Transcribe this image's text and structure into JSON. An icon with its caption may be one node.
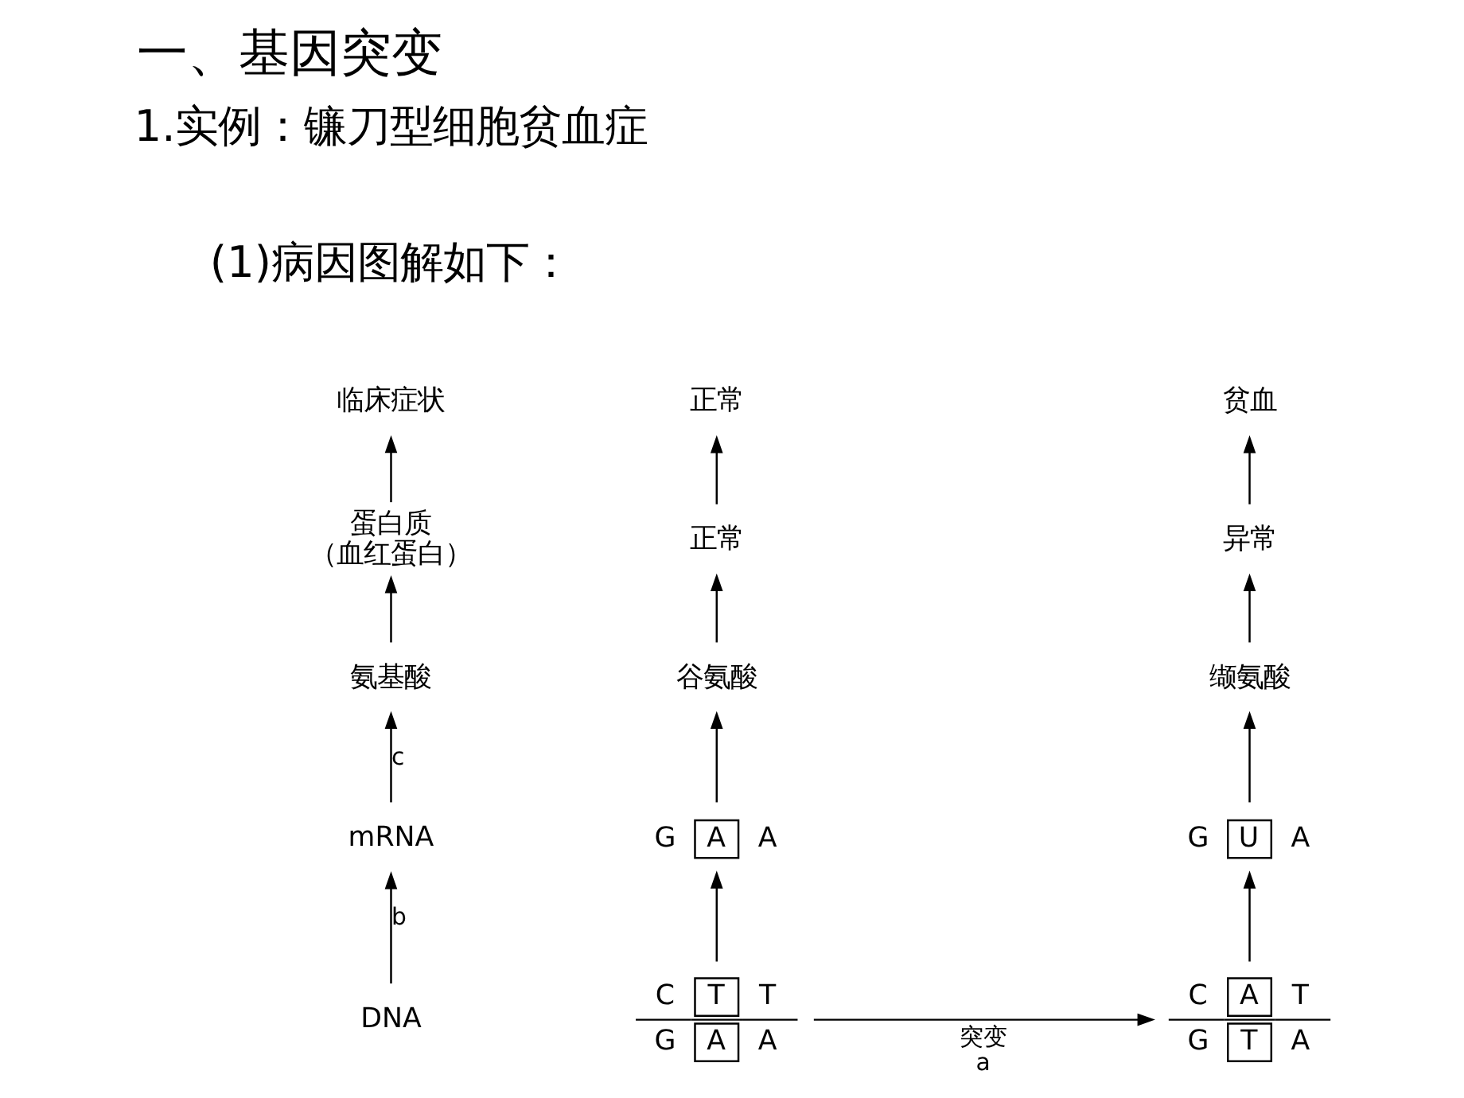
{
  "diagram": {
    "title": "一、基因突变",
    "nodes": [
      {
        "text": [
          "临床症状"
        ]
      },
      {
        "text": [
          "正常"
        ]
      },
      {
        "text": [
          "贫血"
        ]
      },
      {
        "text": [
          "蛋白质",
          "（血红蛋白）"
        ]
      },
      {
        "text": [
          "正常"
        ]
      },
      {
        "text": [
          "异常"
        ]
      },
      {
        "text": [
          "氨基酸"
        ]
      },
      {
        "text": [
          "谷氨酸"
        ]
      },
      {
        "text": [
          "缬氨酸"
        ]
      },
      {
        "text": [
          "mRNA"
        ]
      },
      {
        "text": [
          "G A A"
        ]
      },
      {
        "text": [
          "G U A"
        ]
      },
      {
        "text": [
          "DNA"
        ]
      },
      {
        "text": [
          "C T T",
          "G A A"
        ]
      },
      {
        "text": [
          "C A T",
          "G T A"
        ]
      }
    ],
    "edges": [
      {
        "from": 12,
        "to": 9,
        "arrow": "to",
        "label": "b"
      },
      {
        "from": 9,
        "to": 6,
        "arrow": "to",
        "label": "c"
      },
      {
        "from": 6,
        "to": 3,
        "arrow": "to"
      },
      {
        "from": 3,
        "to": 0,
        "arrow": "to"
      },
      {
        "from": 13,
        "to": 10,
        "arrow": "to"
      },
      {
        "from": 10,
        "to": 7,
        "arrow": "to"
      },
      {
        "from": 7,
        "to": 4,
        "arrow": "to"
      },
      {
        "from": 4,
        "to": 1,
        "arrow": "to"
      },
      {
        "from": 14,
        "to": 11,
        "arrow": "to"
      },
      {
        "from": 11,
        "to": 8,
        "arrow": "to"
      },
      {
        "from": 8,
        "to": 5,
        "arrow": "to"
      },
      {
        "from": 5,
        "to": 2,
        "arrow": "to"
      },
      {
        "from": 13,
        "to": 14,
        "arrow": "to",
        "label": "突变 a"
      }
    ],
    "labels": [
      "1.实例：镰刀型细胞贫血症",
      "(1)病因图解如下："
    ]
  }
}
